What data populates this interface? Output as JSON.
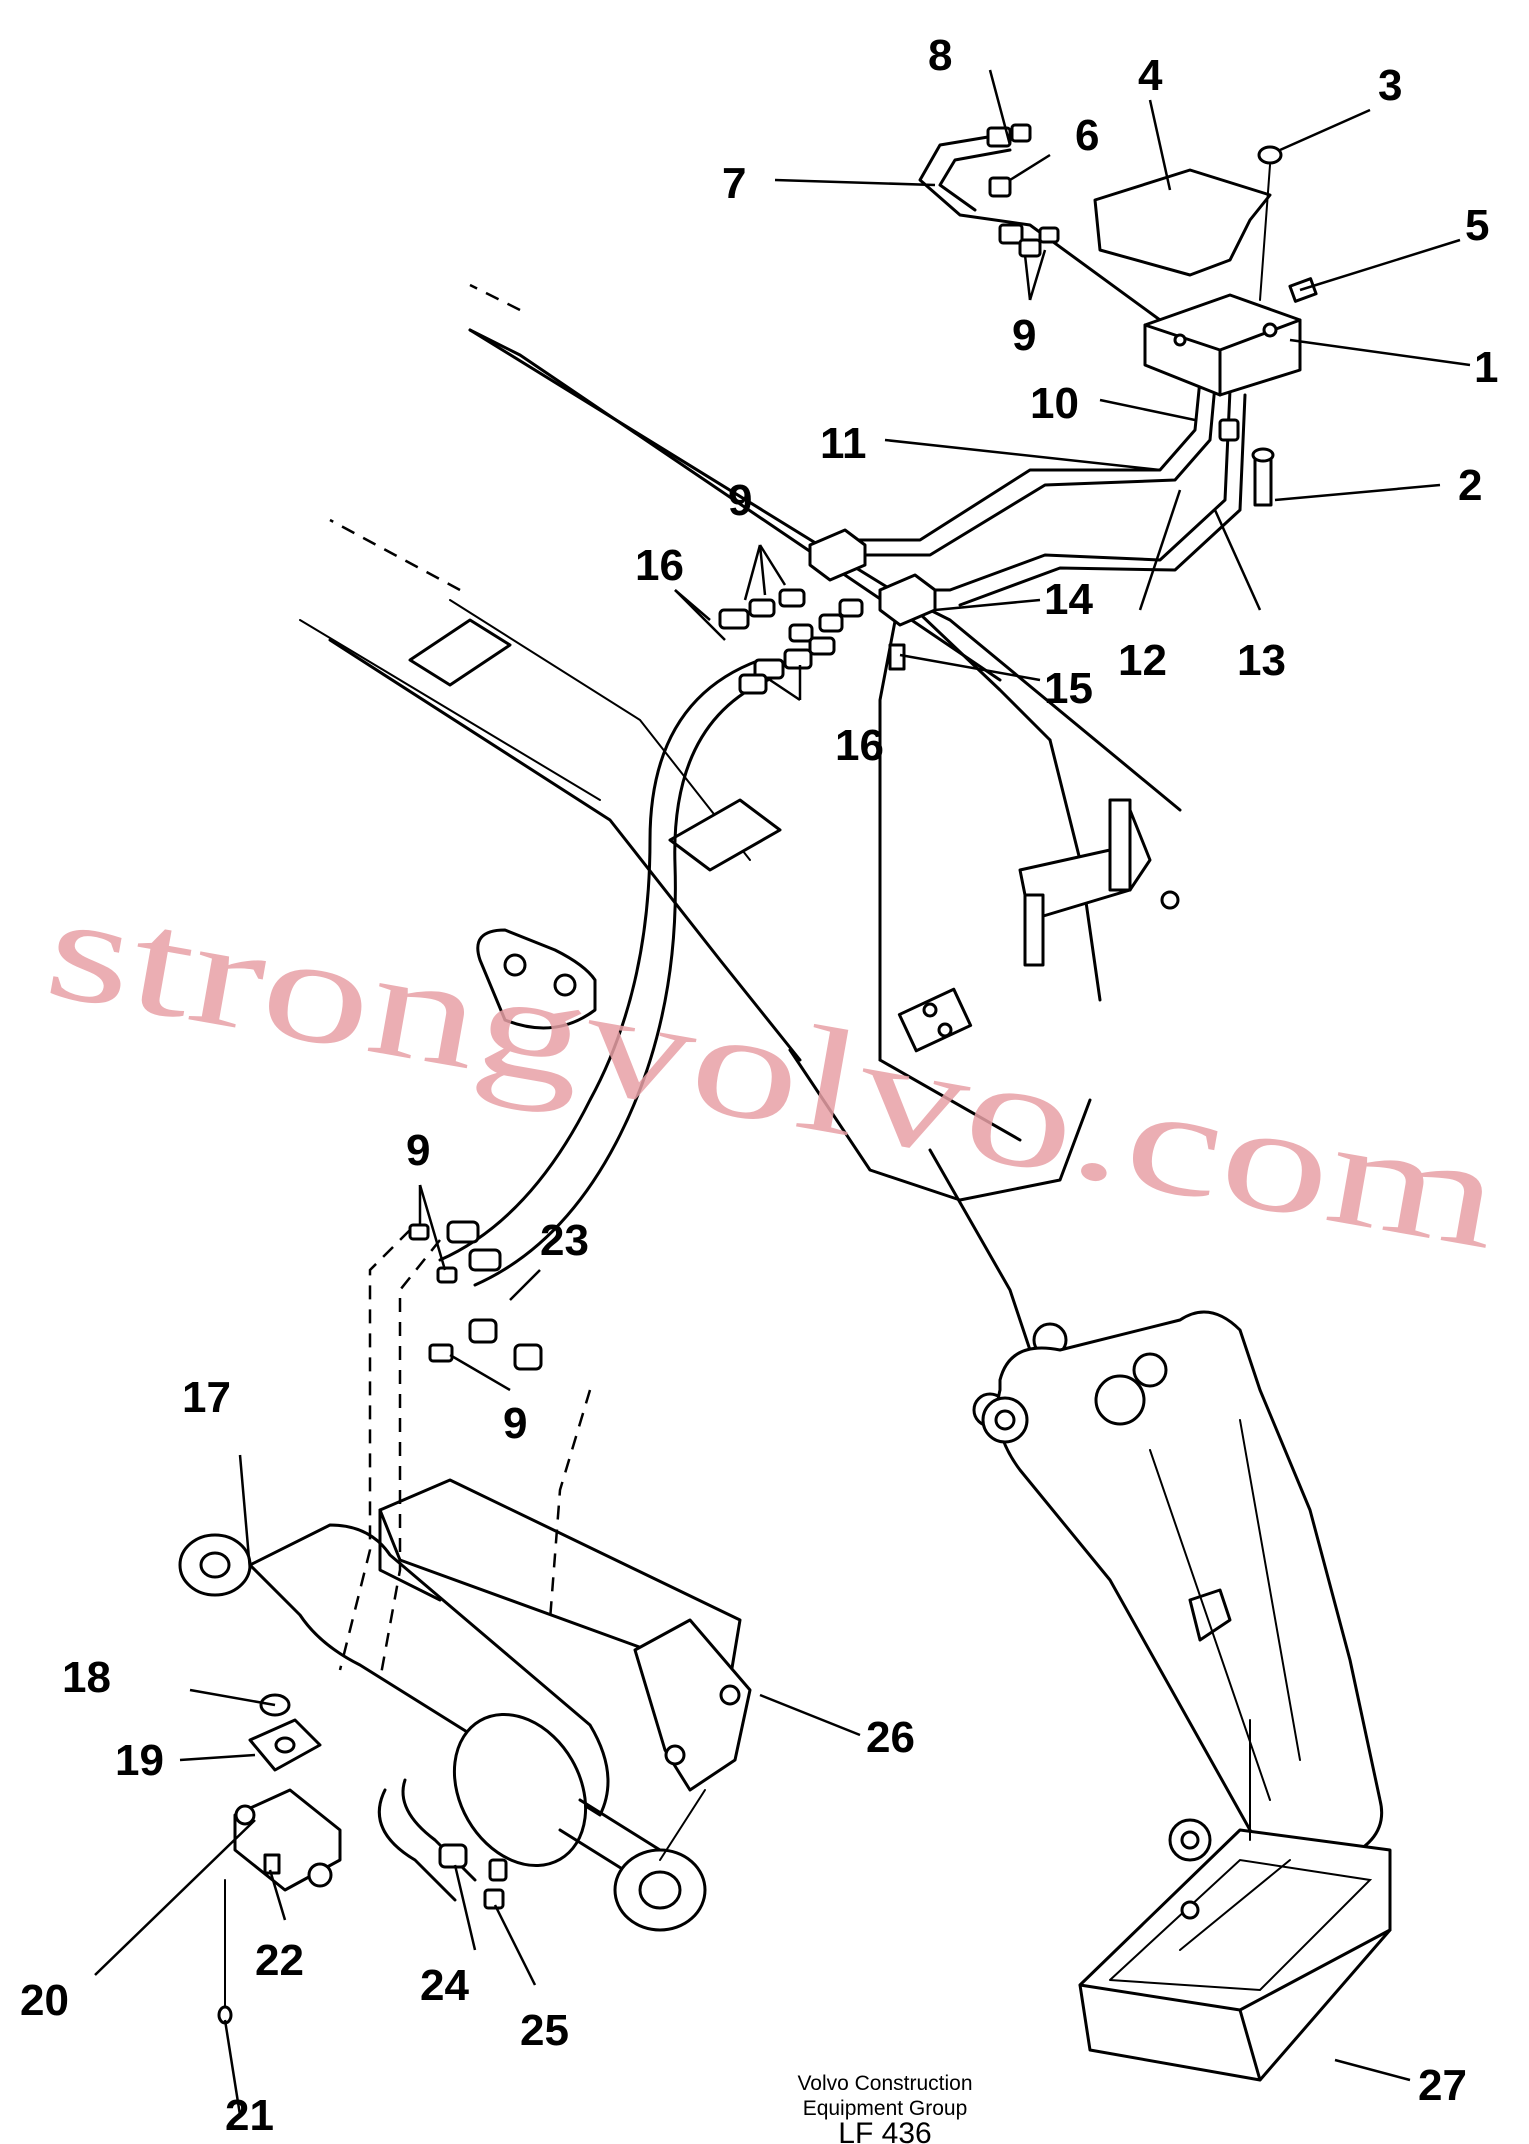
{
  "diagram": {
    "callouts": [
      "1",
      "2",
      "3",
      "4",
      "5",
      "6",
      "7",
      "8",
      "9",
      "9",
      "9",
      "9",
      "10",
      "11",
      "12",
      "13",
      "14",
      "15",
      "16",
      "16",
      "17",
      "18",
      "19",
      "20",
      "21",
      "22",
      "23",
      "24",
      "25",
      "26",
      "27"
    ],
    "watermark": "strongvolvo.com",
    "footer": {
      "line1": "Volvo Construction",
      "line2": "Equipment Group",
      "code": "LF 436"
    }
  }
}
